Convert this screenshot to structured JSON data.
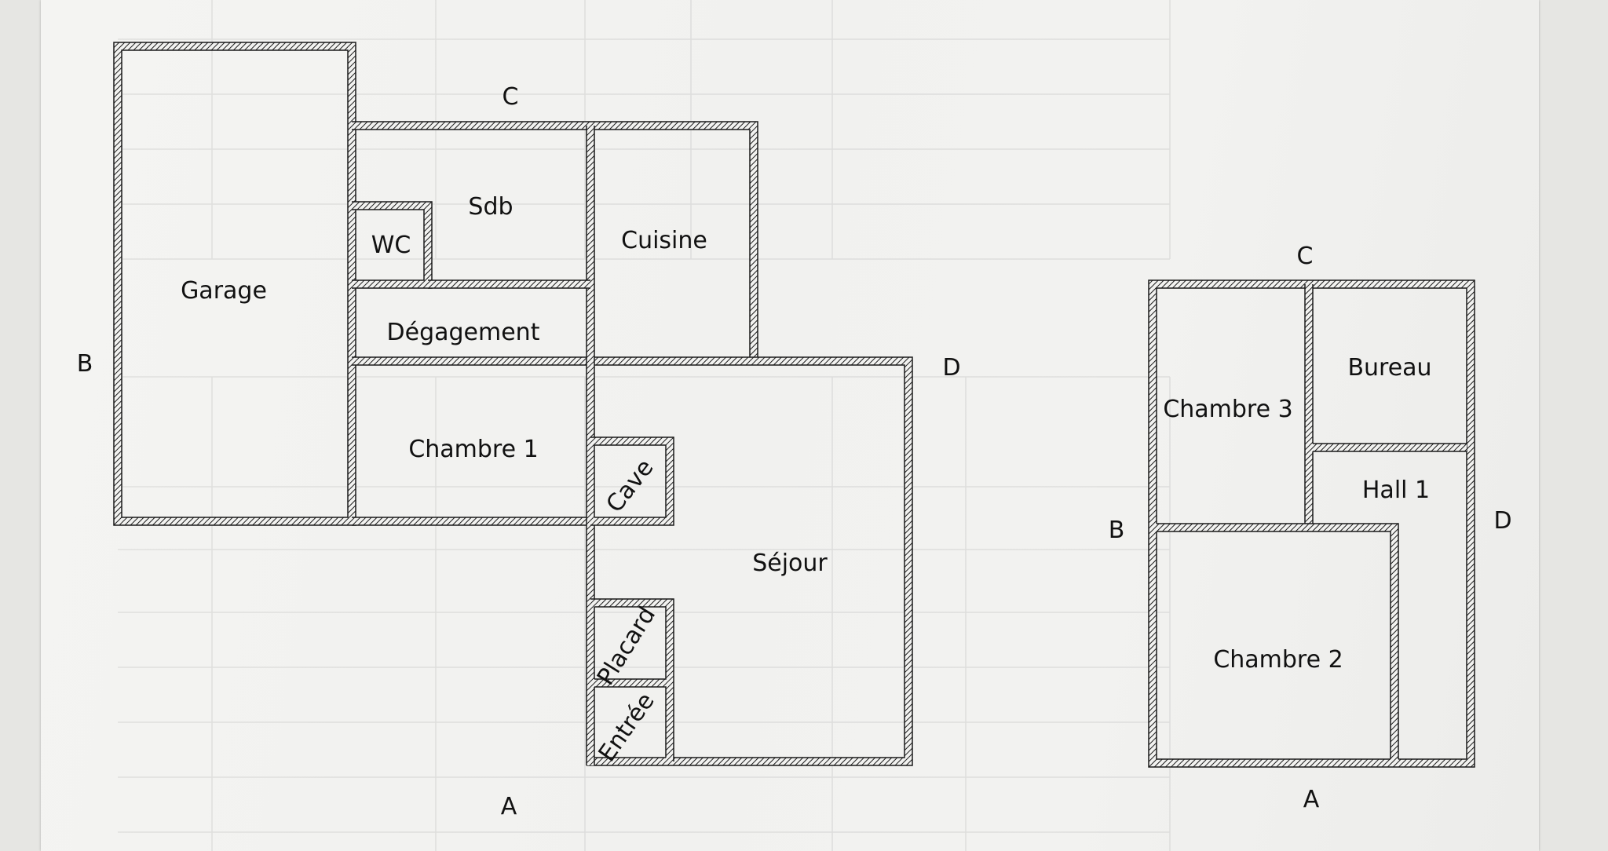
{
  "ground_floor": {
    "compass": {
      "top": "C",
      "left": "B",
      "right": "D",
      "bottom": "A"
    },
    "rooms": {
      "garage": "Garage",
      "sdb": "Sdb",
      "wc": "WC",
      "cuisine": "Cuisine",
      "degagement": "Dégagement",
      "chambre1": "Chambre 1",
      "cave": "Cave",
      "sejour": "Séjour",
      "placard": "Placard",
      "entree": "Entrée"
    }
  },
  "upper_floor": {
    "compass": {
      "top": "C",
      "left": "B",
      "right": "D",
      "bottom": "A"
    },
    "rooms": {
      "chambre3": "Chambre 3",
      "bureau": "Bureau",
      "hall1": "Hall 1",
      "chambre2": "Chambre 2"
    }
  },
  "colors": {
    "wall": "#1a1a1a",
    "paper": "#f2f2f0"
  }
}
